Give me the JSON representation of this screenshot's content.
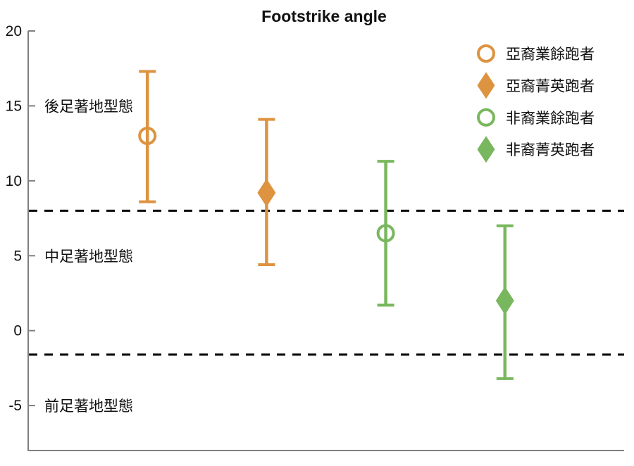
{
  "chart_data": {
    "type": "scatter",
    "title": "Footstrike angle",
    "xlabel": "",
    "ylabel": "",
    "xlim": [
      0,
      5
    ],
    "ylim": [
      -8,
      20
    ],
    "yticks": [
      20,
      15,
      10,
      5,
      0,
      -5
    ],
    "grid": false,
    "axis_color": "#808080",
    "text_color": "#111111",
    "legend_position": "top-right",
    "threshold_lines": [
      {
        "y": 8,
        "style": "dashed",
        "color": "#000000"
      },
      {
        "y": -1.6,
        "style": "dashed",
        "color": "#000000"
      }
    ],
    "region_labels": [
      {
        "text": "後足著地型態",
        "y": 15
      },
      {
        "text": "中足著地型態",
        "y": 5
      },
      {
        "text": "前足著地型態",
        "y": -5
      }
    ],
    "series": [
      {
        "name": "亞裔業餘跑者",
        "x": 1,
        "mean": 13.0,
        "ci_low": 8.6,
        "ci_high": 17.3,
        "marker": "open-circle",
        "color": "#DD9340"
      },
      {
        "name": "亞裔菁英跑者",
        "x": 2,
        "mean": 9.2,
        "ci_low": 4.4,
        "ci_high": 14.1,
        "marker": "filled-diamond",
        "color": "#DD9340"
      },
      {
        "name": "非裔業餘跑者",
        "x": 3,
        "mean": 6.5,
        "ci_low": 1.7,
        "ci_high": 11.3,
        "marker": "open-circle",
        "color": "#79B75E"
      },
      {
        "name": "非裔菁英跑者",
        "x": 4,
        "mean": 2.0,
        "ci_low": -3.2,
        "ci_high": 7.0,
        "marker": "filled-diamond",
        "color": "#79B75E"
      }
    ]
  }
}
